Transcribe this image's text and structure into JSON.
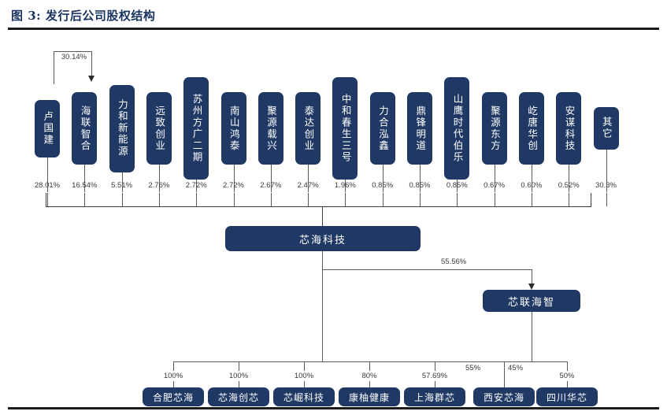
{
  "figure": {
    "title": "图 3: 发行后公司股权结构"
  },
  "colors": {
    "box_fill": "#1f3864",
    "box_text": "#ffffff",
    "line": "#5a5a5a",
    "rule": "#1b1b1b",
    "label_text": "#3a3a3a",
    "title_text": "#17335e"
  },
  "cross_holding": {
    "label": "30.14%",
    "from": "卢国建",
    "to": "海联智合"
  },
  "shareholders": [
    {
      "name": "卢国建",
      "pct": "28.01%"
    },
    {
      "name": "海联智合",
      "pct": "16.54%"
    },
    {
      "name": "力和新能源",
      "pct": "5.51%"
    },
    {
      "name": "远致创业",
      "pct": "2.76%"
    },
    {
      "name": "苏州方广二期",
      "pct": "2.72%"
    },
    {
      "name": "南山鸿泰",
      "pct": "2.72%"
    },
    {
      "name": "聚源载兴",
      "pct": "2.67%"
    },
    {
      "name": "泰达创业",
      "pct": "2.47%"
    },
    {
      "name": "中和春生三号",
      "pct": "1.96%"
    },
    {
      "name": "力合泓鑫",
      "pct": "0.85%"
    },
    {
      "name": "鼎锋明道",
      "pct": "0.85%"
    },
    {
      "name": "山鹰时代伯乐",
      "pct": "0.85%"
    },
    {
      "name": "聚源东方",
      "pct": "0.67%"
    },
    {
      "name": "屹唐华创",
      "pct": "0.60%"
    },
    {
      "name": "安谋科技",
      "pct": "0.52%"
    },
    {
      "name": "其它",
      "pct": "30.3%"
    }
  ],
  "parent": {
    "name": "芯海科技"
  },
  "intermediate": {
    "name": "芯联海智",
    "pct_from_parent": "55.56%"
  },
  "subsidiaries": [
    {
      "name": "合肥芯海",
      "pct": "100%",
      "owner": "芯海科技"
    },
    {
      "name": "芯海创芯",
      "pct": "100%",
      "owner": "芯海科技"
    },
    {
      "name": "芯崛科技",
      "pct": "100%",
      "owner": "芯海科技"
    },
    {
      "name": "康柚健康",
      "pct": "80%",
      "owner": "芯海科技"
    },
    {
      "name": "上海群芯",
      "pct": "57.69%",
      "owner": "芯海科技"
    },
    {
      "name": "西安芯海",
      "pct": "55%",
      "owner": "芯海科技"
    },
    {
      "name": "四川华芯",
      "pct": "50%",
      "owner": "芯联海智"
    }
  ],
  "xian_xinhai_second_holder": {
    "pct": "45%",
    "owner": "芯联海智",
    "target": "西安芯海"
  }
}
